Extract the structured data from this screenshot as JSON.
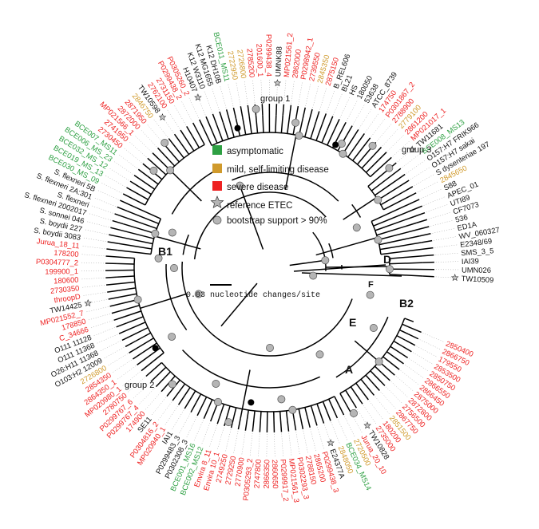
{
  "colors": {
    "asymptomatic": "#2ea043",
    "mild": "#d09a2c",
    "severe": "#ee2222",
    "reference": "#111111",
    "node": "#b5b5b5"
  },
  "legend": {
    "asymptomatic": "asymptomatic",
    "mild": "mild, self-limiting disease",
    "severe": "severe disease",
    "reference": "reference ETEC",
    "bootstrap": "bootstrap support > 90%"
  },
  "scale_label": "0.03 nucleotide changes/site",
  "clade_labels": {
    "A": "A",
    "B1": "B1",
    "B2": "B2",
    "D": "D",
    "E": "E",
    "F": "F"
  },
  "group_labels": {
    "g1": "group 1",
    "g2": "group 2",
    "g3": "group 3"
  },
  "tips": [
    {
      "label": "TW10509",
      "cat": "reference",
      "star": true
    },
    {
      "label": "UMN026",
      "cat": "reference"
    },
    {
      "label": "IAI39",
      "cat": "reference"
    },
    {
      "label": "SMS_3_5",
      "cat": "reference"
    },
    {
      "label": "E2348/69",
      "cat": "reference"
    },
    {
      "label": "WV_060327",
      "cat": "reference"
    },
    {
      "label": "ED1A",
      "cat": "reference"
    },
    {
      "label": "536",
      "cat": "reference"
    },
    {
      "label": "CF7073",
      "cat": "reference"
    },
    {
      "label": "UTI89",
      "cat": "reference"
    },
    {
      "label": "APEC_01",
      "cat": "reference"
    },
    {
      "label": "S88",
      "cat": "reference"
    },
    {
      "label": "2845650",
      "cat": "mild"
    },
    {
      "label": "S dysenteriae 197",
      "cat": "reference"
    },
    {
      "label": "O157:H7 sakai",
      "cat": "reference"
    },
    {
      "label": "O157:H7 FRIK966",
      "cat": "reference"
    },
    {
      "label": "BCE008_MS13",
      "cat": "asymptomatic"
    },
    {
      "label": "TW11681",
      "cat": "reference",
      "star": true
    },
    {
      "label": "MP021017_1",
      "cat": "severe"
    },
    {
      "label": "2861200",
      "cat": "severe"
    },
    {
      "label": "2779100",
      "cat": "mild"
    },
    {
      "label": "2788900",
      "cat": "severe"
    },
    {
      "label": "P0301867_2",
      "cat": "severe"
    },
    {
      "label": "174750",
      "cat": "severe"
    },
    {
      "label": "ATCC_8739",
      "cat": "reference"
    },
    {
      "label": "53638",
      "cat": "reference"
    },
    {
      "label": "180050",
      "cat": "reference"
    },
    {
      "label": "HS",
      "cat": "reference"
    },
    {
      "label": "BL21",
      "cat": "reference"
    },
    {
      "label": "B_REL606",
      "cat": "reference"
    },
    {
      "label": "2875150",
      "cat": "severe"
    },
    {
      "label": "2845350",
      "cat": "mild"
    },
    {
      "label": "2739550",
      "cat": "severe"
    },
    {
      "label": "P0298942_1",
      "cat": "severe"
    },
    {
      "label": "2862000",
      "cat": "severe"
    },
    {
      "label": "MP021561_2",
      "cat": "severe"
    },
    {
      "label": "UMNK88",
      "cat": "reference",
      "star": true
    },
    {
      "label": "P0299438_4",
      "cat": "severe"
    },
    {
      "label": "201600_1",
      "cat": "severe"
    },
    {
      "label": "2785200",
      "cat": "severe"
    },
    {
      "label": "2726800",
      "cat": "mild"
    },
    {
      "label": "2722950",
      "cat": "mild"
    },
    {
      "label": "BCE011_MS11",
      "cat": "asymptomatic"
    },
    {
      "label": "K12 DH10B",
      "cat": "reference"
    },
    {
      "label": "K12 MG1655",
      "cat": "reference"
    },
    {
      "label": "K12 W3110",
      "cat": "reference"
    },
    {
      "label": "H10407",
      "cat": "reference",
      "star": true
    },
    {
      "label": "P0305260_2",
      "cat": "severe"
    },
    {
      "label": "P0299438_2",
      "cat": "severe"
    },
    {
      "label": "2731150",
      "cat": "severe"
    },
    {
      "label": "2762100",
      "cat": "severe"
    },
    {
      "label": "TW10598",
      "cat": "reference",
      "star": true
    },
    {
      "label": "2846750",
      "cat": "mild"
    },
    {
      "label": "2871950",
      "cat": "severe"
    },
    {
      "label": "2872000",
      "cat": "severe"
    },
    {
      "label": "MP021566_1",
      "cat": "severe"
    },
    {
      "label": "2741950",
      "cat": "severe"
    },
    {
      "label": "2730450",
      "cat": "severe"
    },
    {
      "label": "BCE007_MS11",
      "cat": "asymptomatic"
    },
    {
      "label": "BCE006_MS_23",
      "cat": "asymptomatic"
    },
    {
      "label": "BCE032_MS_12",
      "cat": "asymptomatic"
    },
    {
      "label": "BCE019_MS_13",
      "cat": "asymptomatic"
    },
    {
      "label": "BCE030_MS_09",
      "cat": "asymptomatic"
    },
    {
      "label": "S. flexneri 5B",
      "cat": "reference"
    },
    {
      "label": "S. flexneri 2A:301",
      "cat": "reference"
    },
    {
      "label": "S. flexneri",
      "cat": "reference"
    },
    {
      "label": "S. flexneri 2002017",
      "cat": "reference"
    },
    {
      "label": "S. sonnei 046",
      "cat": "reference"
    },
    {
      "label": "S. boydii 227",
      "cat": "reference"
    },
    {
      "label": "S. boydii 3083",
      "cat": "reference"
    },
    {
      "label": "Jurua_18_11",
      "cat": "severe"
    },
    {
      "label": "178200",
      "cat": "severe"
    },
    {
      "label": "P0304777_2",
      "cat": "severe"
    },
    {
      "label": "199900_1",
      "cat": "severe"
    },
    {
      "label": "180600",
      "cat": "severe"
    },
    {
      "label": "2730350",
      "cat": "severe"
    },
    {
      "label": "throopD",
      "cat": "severe"
    },
    {
      "label": "TW14425",
      "cat": "reference",
      "star": true
    },
    {
      "label": "MP021552_7",
      "cat": "severe"
    },
    {
      "label": "178850",
      "cat": "severe"
    },
    {
      "label": "C_34666",
      "cat": "severe"
    },
    {
      "label": "O111 11128",
      "cat": "reference"
    },
    {
      "label": "O111 11368",
      "cat": "reference"
    },
    {
      "label": "O26:H11 11368",
      "cat": "reference"
    },
    {
      "label": "O103:H2 12009",
      "cat": "reference"
    },
    {
      "label": "2726800",
      "cat": "mild"
    },
    {
      "label": "2854350",
      "cat": "severe"
    },
    {
      "label": "2864350_1",
      "cat": "severe"
    },
    {
      "label": "MP020980_1",
      "cat": "severe"
    },
    {
      "label": "2780750",
      "cat": "severe"
    },
    {
      "label": "P0299767_6",
      "cat": "severe"
    },
    {
      "label": "P0299767_4",
      "cat": "severe"
    },
    {
      "label": "174900",
      "cat": "severe"
    },
    {
      "label": "SE11",
      "cat": "reference"
    },
    {
      "label": "P0304816_2",
      "cat": "severe"
    },
    {
      "label": "MP020940_1",
      "cat": "severe"
    },
    {
      "label": "IAI1",
      "cat": "reference"
    },
    {
      "label": "P0299483_3",
      "cat": "reference"
    },
    {
      "label": "P0302308_3",
      "cat": "reference"
    },
    {
      "label": "BCE001_MS16",
      "cat": "asymptomatic"
    },
    {
      "label": "BCE002_MS12",
      "cat": "asymptomatic"
    },
    {
      "label": "Envira 8_11",
      "cat": "severe"
    },
    {
      "label": "Envira 10_1",
      "cat": "severe"
    },
    {
      "label": "2749250",
      "cat": "severe"
    },
    {
      "label": "2729250",
      "cat": "severe"
    },
    {
      "label": "2770900",
      "cat": "severe"
    },
    {
      "label": "P0305293_2",
      "cat": "severe"
    },
    {
      "label": "2747800",
      "cat": "severe"
    },
    {
      "label": "2866350",
      "cat": "severe"
    },
    {
      "label": "2860650",
      "cat": "severe"
    },
    {
      "label": "P0299917_2",
      "cat": "severe"
    },
    {
      "label": "MP021561_3",
      "cat": "severe"
    },
    {
      "label": "P0302293_3",
      "cat": "severe"
    },
    {
      "label": "2788150",
      "cat": "severe"
    },
    {
      "label": "2865200",
      "cat": "severe"
    },
    {
      "label": "P0299438_3",
      "cat": "severe"
    },
    {
      "label": "E24377A",
      "cat": "reference",
      "star": true
    },
    {
      "label": "2848050",
      "cat": "mild"
    },
    {
      "label": "BCE034_MS14",
      "cat": "asymptomatic"
    },
    {
      "label": "2720500",
      "cat": "mild"
    },
    {
      "label": "Jurua_20_10",
      "cat": "severe"
    },
    {
      "label": "TW10828",
      "cat": "reference",
      "star": true
    },
    {
      "label": "2735000",
      "cat": "severe"
    },
    {
      "label": "180200",
      "cat": "severe"
    },
    {
      "label": "2851500",
      "cat": "mild"
    },
    {
      "label": "2867750",
      "cat": "severe"
    },
    {
      "label": "2756500",
      "cat": "severe"
    },
    {
      "label": "2872800",
      "cat": "severe"
    },
    {
      "label": "2875000",
      "cat": "severe"
    },
    {
      "label": "2866450",
      "cat": "severe"
    },
    {
      "label": "2866550",
      "cat": "severe"
    },
    {
      "label": "2850750",
      "cat": "severe"
    },
    {
      "label": "2853500",
      "cat": "severe"
    },
    {
      "label": "179550",
      "cat": "severe"
    },
    {
      "label": "2866750",
      "cat": "severe"
    },
    {
      "label": "2850400",
      "cat": "severe"
    }
  ]
}
